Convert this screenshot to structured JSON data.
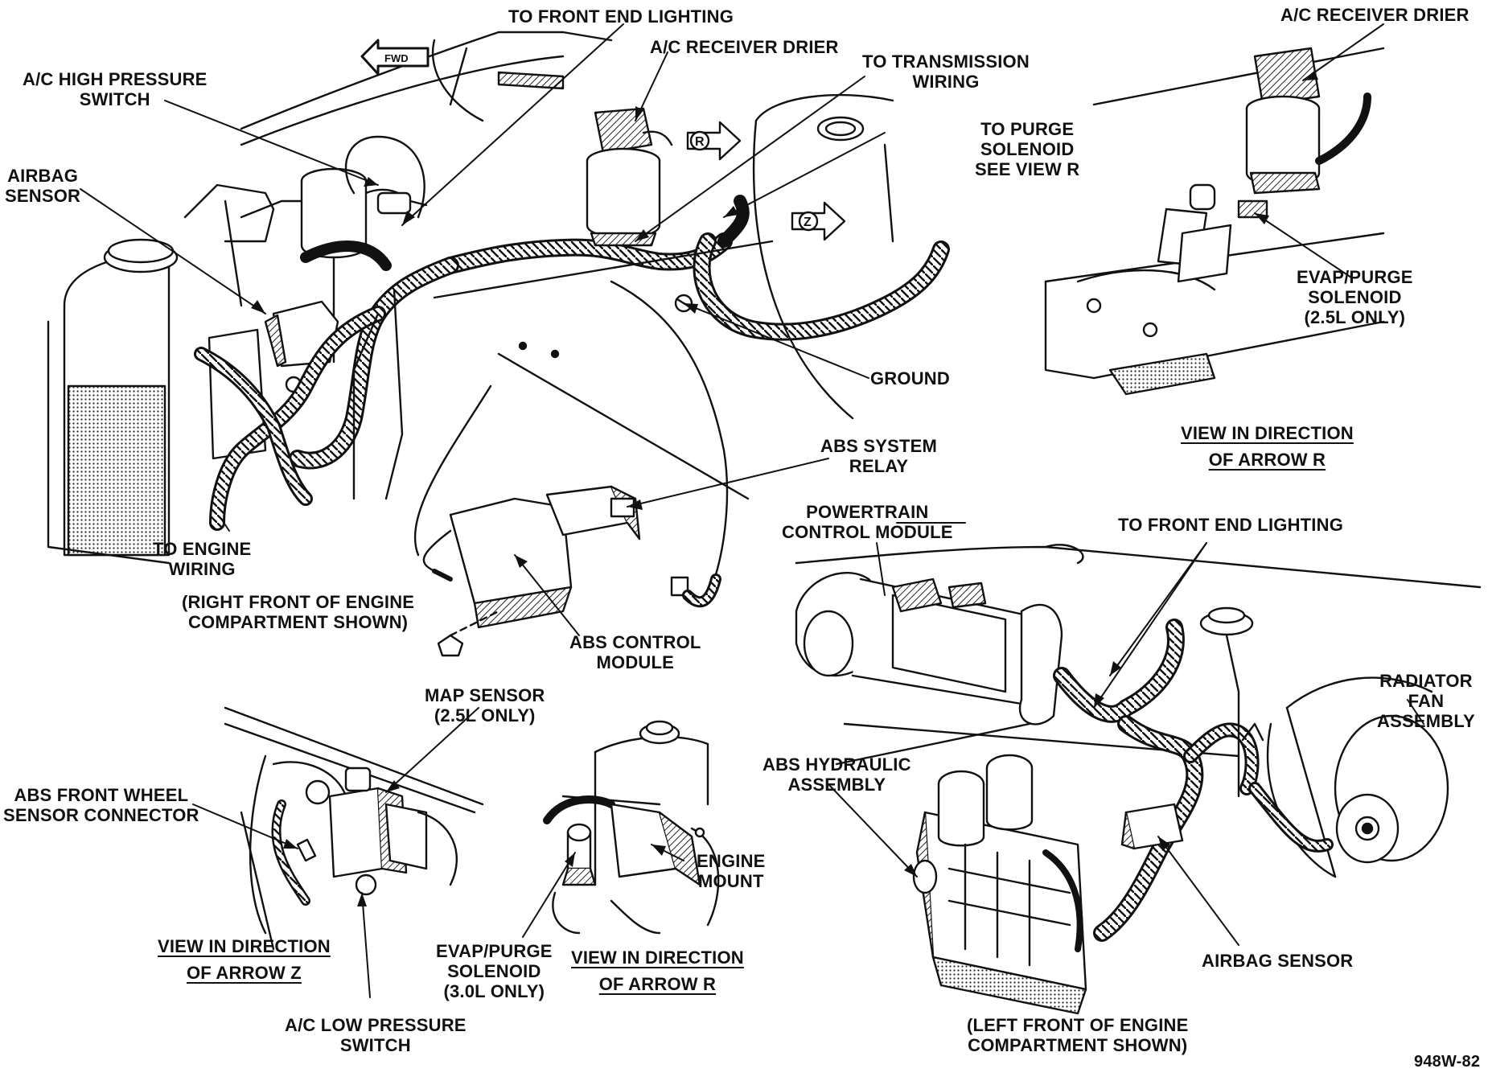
{
  "figure_id": "948W-82",
  "direction_markers": {
    "fwd": "FWD",
    "arrow_r": "R",
    "arrow_z": "Z"
  },
  "main_view": {
    "labels": {
      "front_end_lighting": "TO FRONT END LIGHTING",
      "ac_receiver_drier": "A/C RECEIVER DRIER",
      "ac_high_pressure_switch": [
        "A/C HIGH PRESSURE",
        "SWITCH"
      ],
      "to_transmission_wiring": [
        "TO TRANSMISSION",
        "WIRING"
      ],
      "to_purge_solenoid": [
        "TO PURGE",
        "SOLENOID",
        "SEE VIEW R"
      ],
      "airbag_sensor": [
        "AIRBAG",
        "SENSOR"
      ],
      "ground": "GROUND",
      "abs_system_relay": [
        "ABS SYSTEM",
        "RELAY"
      ],
      "to_engine_wiring": [
        "TO ENGINE",
        "WIRING"
      ],
      "abs_control_module": [
        "ABS CONTROL",
        "MODULE"
      ]
    },
    "caption": [
      "(RIGHT FRONT OF ENGINE",
      "COMPARTMENT SHOWN)"
    ]
  },
  "view_r_top": {
    "labels": {
      "ac_receiver_drier": "A/C RECEIVER DRIER",
      "evap_purge_solenoid": [
        "EVAP/PURGE",
        "SOLENOID",
        "(2.5L ONLY)"
      ]
    },
    "caption": [
      "VIEW IN DIRECTION",
      "OF ARROW R"
    ]
  },
  "left_front_view": {
    "labels": {
      "powertrain_control_module": [
        "POWERTRAIN",
        "CONTROL MODULE"
      ],
      "to_front_end_lighting": "TO FRONT END LIGHTING",
      "radiator_fan_assembly": [
        "RADIATOR",
        "FAN",
        "ASSEMBLY"
      ],
      "abs_hydraulic_assembly": [
        "ABS HYDRAULIC",
        "ASSEMBLY"
      ],
      "airbag_sensor": "AIRBAG SENSOR"
    },
    "caption": [
      "(LEFT FRONT OF ENGINE",
      "COMPARTMENT SHOWN)"
    ]
  },
  "view_z": {
    "labels": {
      "map_sensor": [
        "MAP SENSOR",
        "(2.5L ONLY)"
      ],
      "abs_front_wheel_sensor_connector": [
        "ABS FRONT WHEEL",
        "SENSOR CONNECTOR"
      ],
      "ac_low_pressure_switch": [
        "A/C LOW PRESSURE",
        "SWITCH"
      ]
    },
    "caption": [
      "VIEW IN DIRECTION",
      "OF ARROW Z"
    ]
  },
  "view_r_bottom": {
    "labels": {
      "engine_mount": [
        "ENGINE",
        "MOUNT"
      ],
      "evap_purge_solenoid": [
        "EVAP/PURGE",
        "SOLENOID",
        "(3.0L ONLY)"
      ]
    },
    "caption": [
      "VIEW IN DIRECTION",
      "OF ARROW R"
    ]
  }
}
